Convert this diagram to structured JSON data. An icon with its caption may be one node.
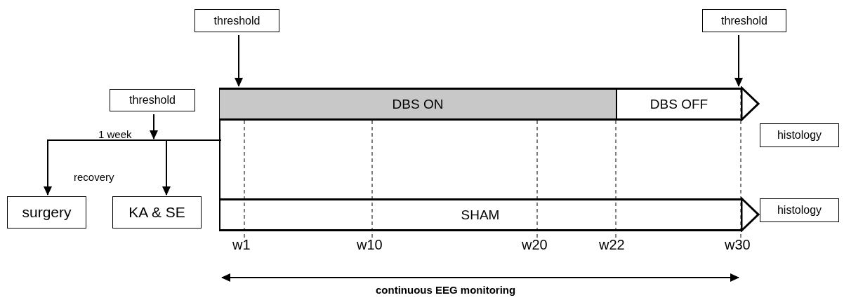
{
  "diagram": {
    "nodes": [
      {
        "text": [
          "threshold"
        ]
      },
      {
        "text": [
          "threshold"
        ]
      },
      {
        "text": [
          "threshold"
        ]
      },
      {
        "text": [
          "DBS ON"
        ]
      },
      {
        "text": [
          "DBS OFF"
        ]
      },
      {
        "text": [
          "histology"
        ]
      },
      {
        "text": [
          "SHAM"
        ]
      },
      {
        "text": [
          "histology"
        ]
      },
      {
        "text": [
          "surgery"
        ]
      },
      {
        "text": [
          "KA & SE"
        ]
      },
      {
        "text": [],
        "shape": "bar"
      }
    ],
    "edges": [
      {
        "from": 0,
        "to": 3,
        "arrow": "to"
      },
      {
        "from": 1,
        "to": 4,
        "arrow": "to"
      },
      {
        "from": 2,
        "to": 10,
        "arrow": "to"
      },
      {
        "from": 4,
        "to": 5,
        "arrow": "to"
      },
      {
        "from": 6,
        "to": 7,
        "arrow": "to"
      },
      {
        "from": 10,
        "to": 8,
        "arrow": "to"
      },
      {
        "from": 10,
        "to": 9,
        "arrow": "to"
      }
    ],
    "labels": [
      "1 week",
      "recovery",
      "w1",
      "w10",
      "w20",
      "w22",
      "w30",
      "continuous EEG monitoring"
    ]
  }
}
